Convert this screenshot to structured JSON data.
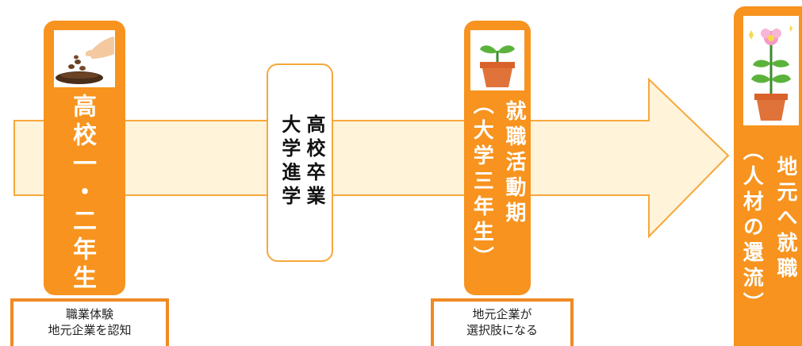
{
  "colors": {
    "arrow_fill": "#fff3d9",
    "arrow_stroke": "#f6a83b",
    "stage": "#f7931e",
    "note_border": "#f08a24"
  },
  "top_text": "",
  "stages": [
    {
      "id": "grade12",
      "icon": "seeds-sowing-icon",
      "lines": [
        "高校一・二年生"
      ]
    },
    {
      "id": "job",
      "icon": "sprout-pot-icon",
      "lines": [
        "就職活動期",
        "（大学三年生）"
      ]
    },
    {
      "id": "return",
      "icon": "flower-pot-icon",
      "lines": [
        "地元へ就職",
        "（人材の還流）"
      ]
    }
  ],
  "middle_box": {
    "lines": [
      "高校卒業",
      "大学進学"
    ]
  },
  "notes": [
    {
      "lines": [
        "職業体験",
        "地元企業を認知"
      ]
    },
    {
      "lines": [
        "地元企業が",
        "選択肢になる"
      ]
    }
  ]
}
